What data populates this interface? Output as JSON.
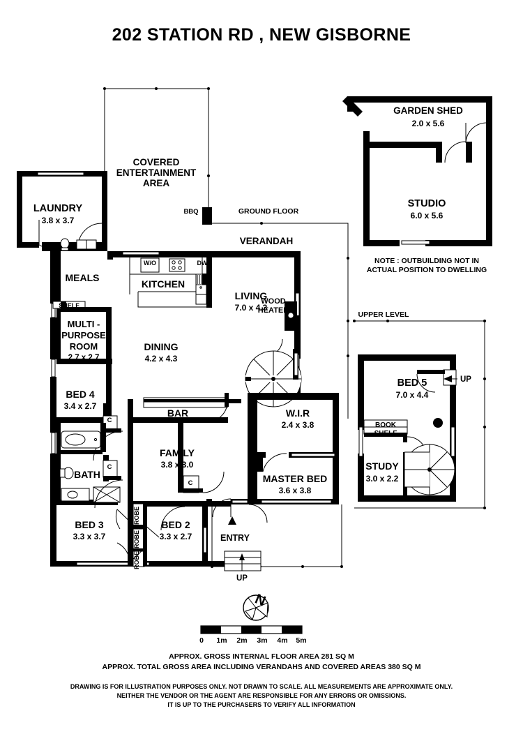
{
  "title": "202 STATION RD , NEW GISBORNE",
  "sections": {
    "ground_floor_label": "GROUND FLOOR",
    "upper_level_label": "UPPER LEVEL",
    "outbuilding_note_line1": "NOTE : OUTBUILDING NOT IN",
    "outbuilding_note_line2": "ACTUAL POSITION TO DWELLING"
  },
  "rooms": [
    {
      "name": "COVERED ENTERTAINMENT AREA",
      "line1": "COVERED",
      "line2": "ENTERTAINMENT",
      "line3": "AREA",
      "dims": ""
    },
    {
      "name": "LAUNDRY",
      "line1": "LAUNDRY",
      "dims": "3.8 x 3.7"
    },
    {
      "name": "MEALS",
      "line1": "MEALS",
      "dims": ""
    },
    {
      "name": "KITCHEN",
      "line1": "KITCHEN",
      "dims": ""
    },
    {
      "name": "LIVING",
      "line1": "LIVING",
      "dims": "7.0 x 4.3"
    },
    {
      "name": "MULTI-PURPOSE ROOM",
      "line1": "MULTI -",
      "line2": "PURPOSE",
      "line3": "ROOM",
      "dims": "2.7 x 2.7"
    },
    {
      "name": "DINING",
      "line1": "DINING",
      "dims": "4.2 x 4.3"
    },
    {
      "name": "BED 4",
      "line1": "BED 4",
      "dims": "3.4 x 2.7"
    },
    {
      "name": "BAR",
      "line1": "BAR",
      "dims": ""
    },
    {
      "name": "FAMILY",
      "line1": "FAMILY",
      "dims": "3.8 x 3.0"
    },
    {
      "name": "BATH",
      "line1": "BATH",
      "dims": ""
    },
    {
      "name": "BED 3",
      "line1": "BED 3",
      "dims": "3.3 x 3.7"
    },
    {
      "name": "BED 2",
      "line1": "BED 2",
      "dims": "3.3 x 2.7"
    },
    {
      "name": "W.I.R",
      "line1": "W.I.R",
      "dims": "2.4 x 3.8"
    },
    {
      "name": "MASTER BED",
      "line1": "MASTER BED",
      "dims": "3.6 x 3.8"
    },
    {
      "name": "GARDEN SHED",
      "line1": "GARDEN SHED",
      "dims": "2.0 x 5.6"
    },
    {
      "name": "STUDIO",
      "line1": "STUDIO",
      "dims": "6.0 x 5.6"
    },
    {
      "name": "BED 5",
      "line1": "BED 5",
      "dims": "7.0 x 4.4"
    },
    {
      "name": "STUDY",
      "line1": "STUDY",
      "dims": "3.0 x 2.2"
    }
  ],
  "ground": {
    "covered_l1": "COVERED",
    "covered_l2": "ENTERTAINMENT",
    "covered_l3": "AREA",
    "bbq": "BBQ",
    "verandah": "VERANDAH",
    "laundry": "LAUNDRY",
    "laundry_dims": "3.8 x 3.7",
    "meals": "MEALS",
    "shelf": "SHELF",
    "kitchen": "KITCHEN",
    "wall_oven": "W/O",
    "dishwasher": "DW",
    "living": "LIVING",
    "living_dims": "7.0 x 4.3",
    "wood_heater_l1": "WOOD",
    "wood_heater_l2": "HEATER",
    "multi_l1": "MULTI -",
    "multi_l2": "PURPOSE",
    "multi_l3": "ROOM",
    "multi_dims": "2.7 x 2.7",
    "dining": "DINING",
    "dining_dims": "4.2 x 4.3",
    "bed4": "BED 4",
    "bed4_dims": "3.4 x 2.7",
    "bar": "BAR",
    "family": "FAMILY",
    "family_dims": "3.8 x 3.0",
    "bath": "BATH",
    "bed3": "BED 3",
    "bed3_dims": "3.3 x 3.7",
    "bed2": "BED 2",
    "bed2_dims": "3.3 x 2.7",
    "wir": "W.I.R",
    "wir_dims": "2.4 x 3.8",
    "master": "MASTER BED",
    "master_dims": "3.6 x 3.8",
    "entry": "ENTRY",
    "up": "UP",
    "cupboard": "C",
    "robe": "ROBE"
  },
  "outbuilding": {
    "garden_shed": "GARDEN SHED",
    "garden_shed_dims": "2.0 x 5.6",
    "studio": "STUDIO",
    "studio_dims": "6.0 x 5.6"
  },
  "upper": {
    "bed5": "BED 5",
    "bed5_dims": "7.0 x 4.4",
    "book": "BOOK",
    "shelf": "SHELF",
    "study": "STUDY",
    "study_dims": "3.0 x 2.2",
    "up": "UP"
  },
  "compass": {
    "north": "N"
  },
  "scale": {
    "ticks": [
      "0",
      "1m",
      "2m",
      "3m",
      "4m",
      "5m"
    ]
  },
  "footer": {
    "area_line1": "APPROX. GROSS INTERNAL FLOOR AREA 281 SQ M",
    "area_line2": "APPROX. TOTAL GROSS AREA INCLUDING VERANDAHS AND COVERED AREAS 380 SQ M",
    "disclaimer_line1": "DRAWING IS FOR ILLUSTRATION PURPOSES ONLY. NOT DRAWN TO SCALE. ALL MEASUREMENTS ARE APPROXIMATE ONLY.",
    "disclaimer_line2": "NEITHER THE VENDOR OR THE AGENT ARE RESPONSIBLE FOR ANY ERRORS OR OMISSIONS.",
    "disclaimer_line3": "IT IS UP TO THE PURCHASERS TO VERIFY ALL INFORMATION"
  },
  "colors": {
    "ink": "#000000",
    "paper": "#ffffff"
  }
}
